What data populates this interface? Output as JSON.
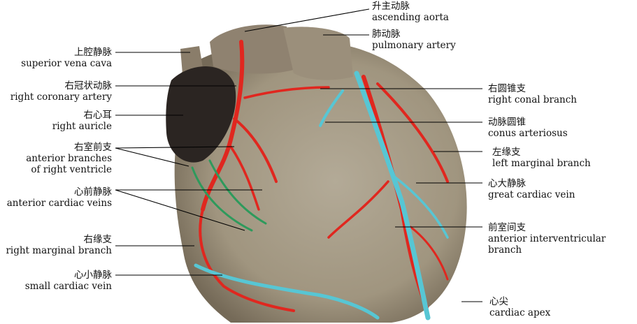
{
  "colors": {
    "heart_base": "#a59c8a",
    "heart_shadow": "#6e6455",
    "artery": "#e0271f",
    "vein": "#57c6d4",
    "anterior_vein": "#2e9a5c",
    "auricle": "#2b2522",
    "leader": "#000000"
  },
  "labels": {
    "ascending_aorta": {
      "zh": "升主动脉",
      "en": "ascending aorta"
    },
    "pulmonary_artery": {
      "zh": "肺动脉",
      "en": "pulmonary artery"
    },
    "superior_vena_cava": {
      "zh": "上腔静脉",
      "en": "superior vena cava"
    },
    "right_coronary_artery": {
      "zh": "右冠状动脉",
      "en": "right coronary artery"
    },
    "right_auricle": {
      "zh": "右心耳",
      "en": "right auricle"
    },
    "anterior_branches_rv": {
      "zh": "右室前支",
      "en1": "anterior branches",
      "en2": "of right ventricle"
    },
    "anterior_cardiac_veins": {
      "zh": "心前静脉",
      "en": "anterior cardiac veins"
    },
    "right_marginal_branch": {
      "zh": "右缘支",
      "en": "right marginal branch"
    },
    "small_cardiac_vein": {
      "zh": "心小静脉",
      "en": "small cardiac vein"
    },
    "right_conal_branch": {
      "zh": "右圆锥支",
      "en": "right conal branch"
    },
    "conus_arteriosus": {
      "zh": "动脉圆锥",
      "en": "conus arteriosus"
    },
    "left_marginal_branch": {
      "zh": "左缘支",
      "en": "left marginal branch"
    },
    "great_cardiac_vein": {
      "zh": "心大静脉",
      "en": "great cardiac vein"
    },
    "anterior_interventricular_branch": {
      "zh": "前室间支",
      "en1": "anterior interventricular",
      "en2": "branch"
    },
    "cardiac_apex": {
      "zh": "心尖",
      "en": "cardiac apex"
    }
  }
}
